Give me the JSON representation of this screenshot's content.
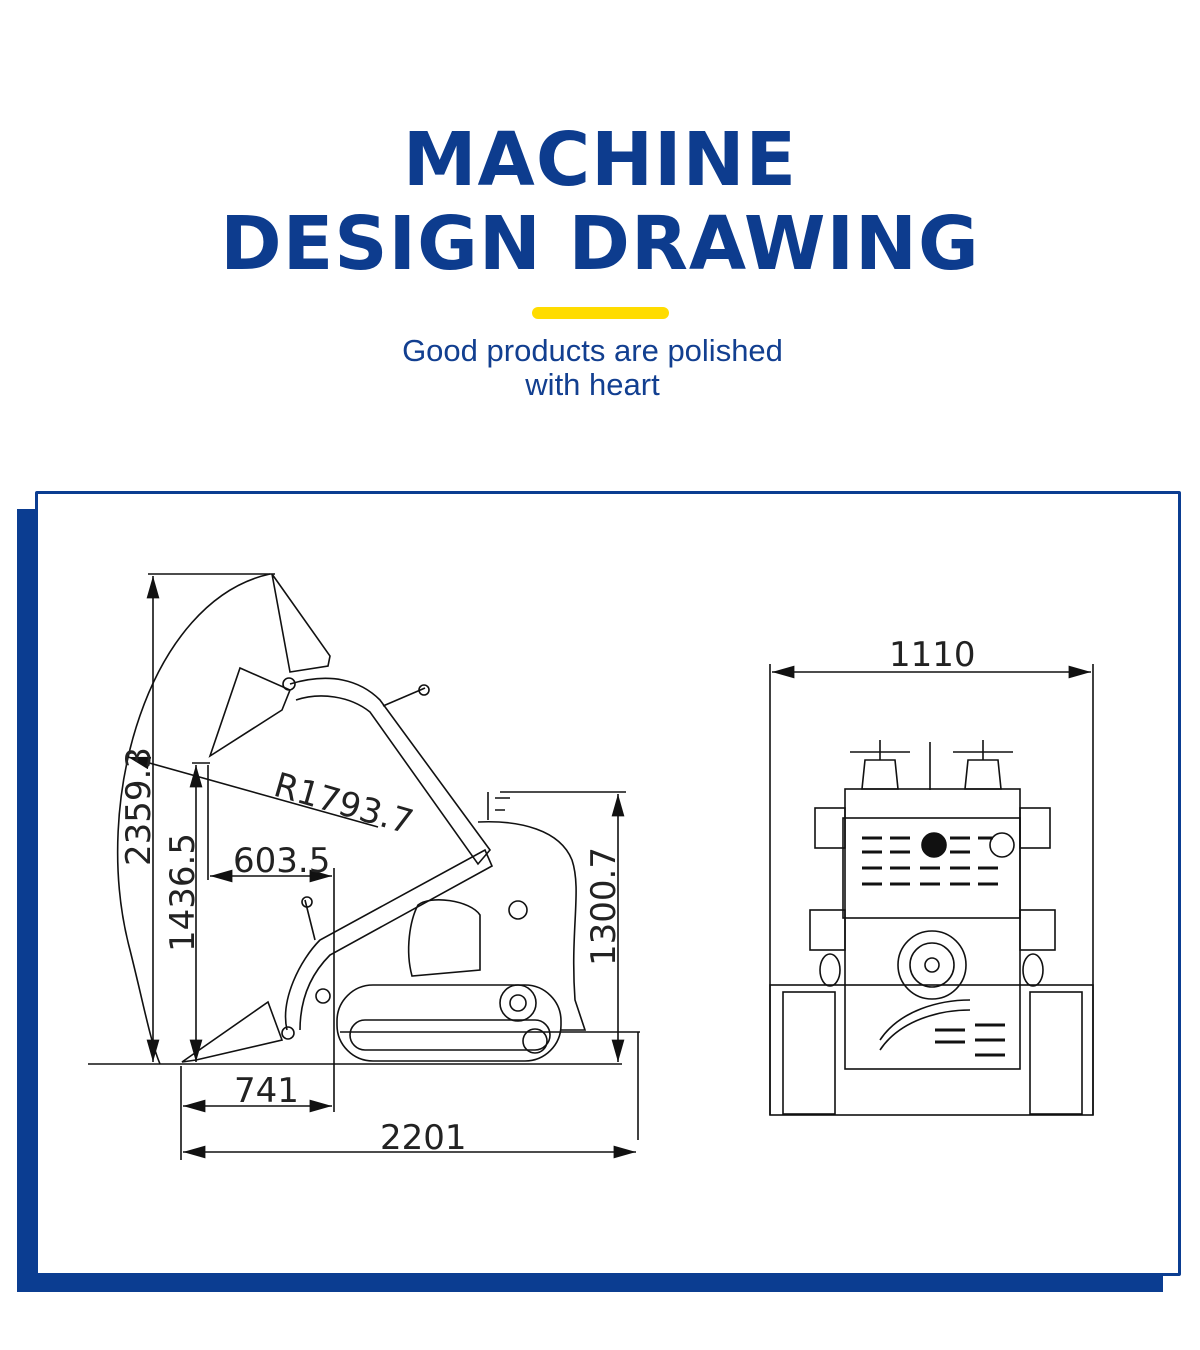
{
  "header": {
    "title_line1": "MACHINE",
    "title_line2": "DESIGN DRAWING",
    "subtitle_line1": "Good products are polished",
    "subtitle_line2": "with heart"
  },
  "colors": {
    "brand_blue": "#0b3d91",
    "accent_yellow": "#ffdc00"
  },
  "drawing": {
    "side_view": {
      "max_height": "2359.3",
      "reach_radius": "R1793.7",
      "dump_height": "1436.5",
      "dump_reach": "603.5",
      "machine_height": "1300.7",
      "bucket_length": "741",
      "overall_length": "2201"
    },
    "front_view": {
      "overall_width": "1110"
    }
  }
}
